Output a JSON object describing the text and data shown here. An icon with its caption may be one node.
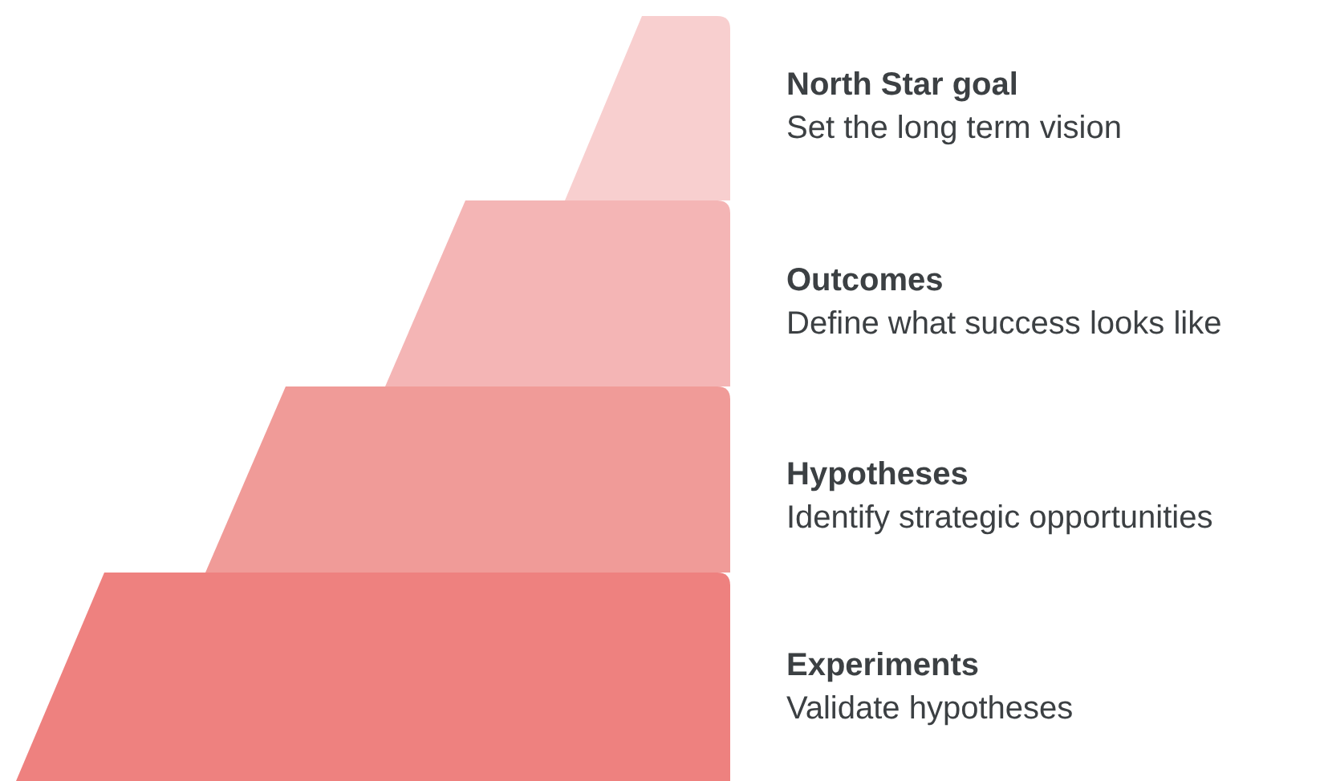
{
  "diagram": {
    "nodes": [
      {
        "text": [
          "North Star goal",
          "Set the long term vision"
        ]
      },
      {
        "text": [
          "Outcomes",
          "Define what success looks like"
        ]
      },
      {
        "text": [
          "Hypotheses",
          "Identify strategic opportunities"
        ]
      },
      {
        "text": [
          "Experiments",
          "Validate hypotheses"
        ]
      }
    ]
  }
}
